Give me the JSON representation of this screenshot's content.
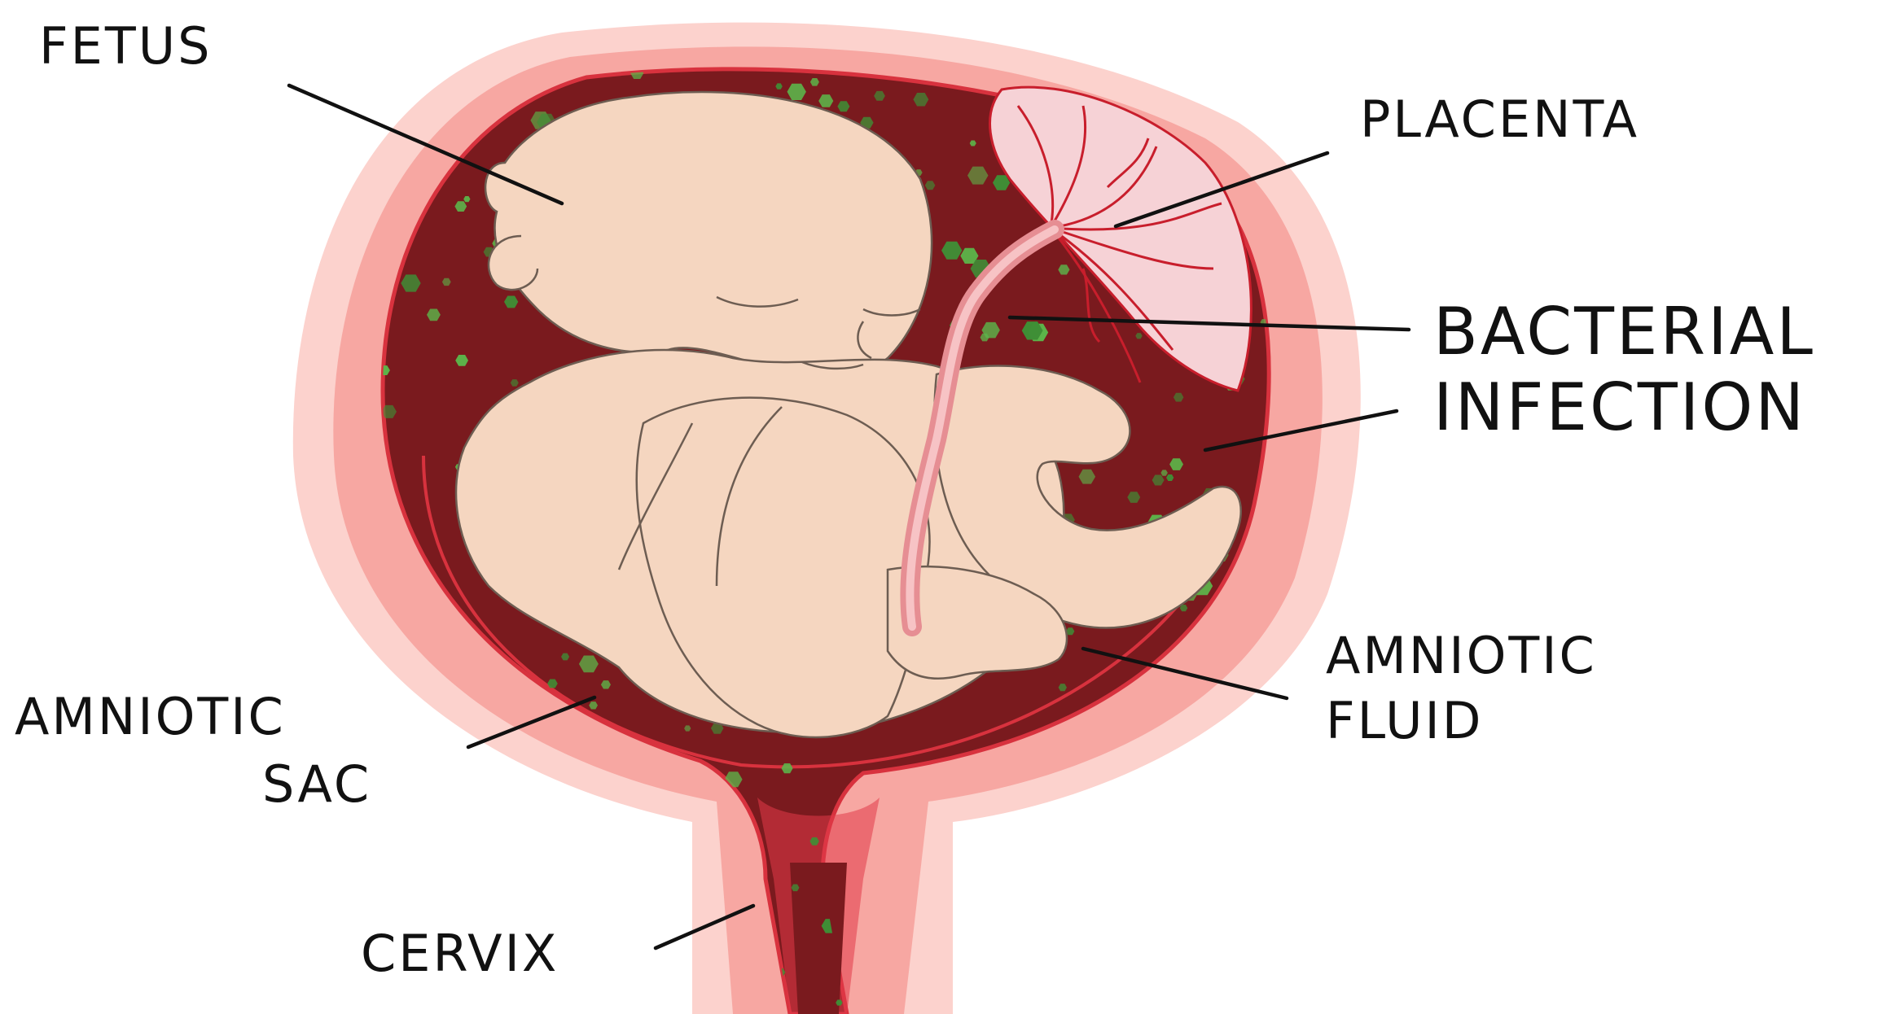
{
  "labels": {
    "fetus": "FETUS",
    "placenta": "PLACENTA",
    "bacterial_infection": [
      "BACTERIAL",
      "INFECTION"
    ],
    "amniotic_fluid": [
      "AMNIOTIC",
      "FLUID"
    ],
    "amniotic_sac": [
      "AMNIOTIC",
      "SAC"
    ],
    "cervix": "CERVIX"
  },
  "colors": {
    "uterus_wall": "#f7a7a2",
    "uterus_outer": "#fcd2cd",
    "amniotic_fluid": "#7a1a1e",
    "bacteria": "#5cb54a",
    "fetus_skin": "#f5d6c0",
    "fetus_outline": "#6d5d52",
    "placenta": "#f6d2d6",
    "vessels": "#c81e2c",
    "cervix_canal": "#e23b48"
  },
  "icons": [
    "bacteria-dot-icon",
    "umbilical-cord-icon"
  ]
}
